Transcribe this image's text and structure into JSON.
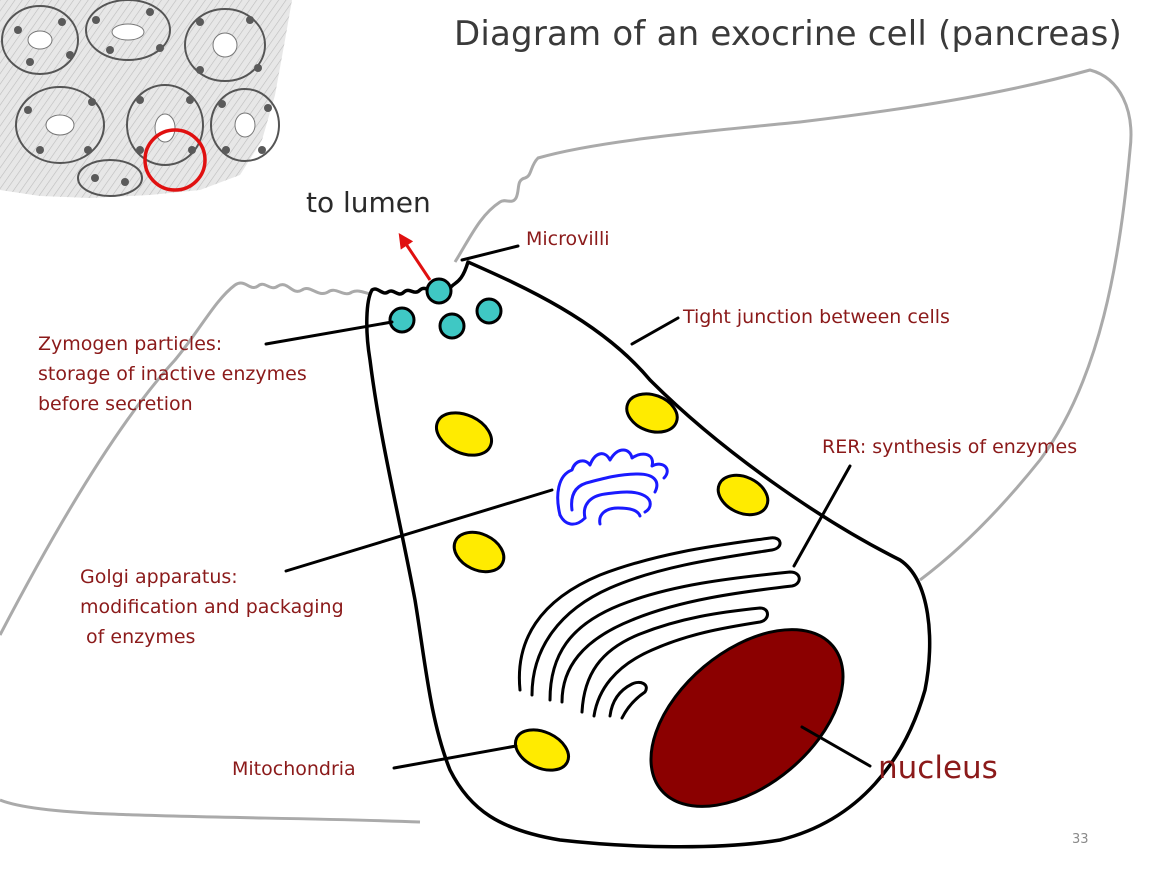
{
  "title": "Diagram of an exocrine cell (pancreas)",
  "direction_label": "to lumen",
  "labels": {
    "microvilli": "Microvilli",
    "tight_junction": "Tight junction between cells",
    "zymogen": [
      "Zymogen particles:",
      "storage of inactive enzymes",
      "before secretion"
    ],
    "rer": "RER: synthesis of enzymes",
    "golgi": [
      "Golgi apparatus:",
      "modification and packaging",
      " of enzymes"
    ],
    "mitochondria": "Mitochondria",
    "nucleus": "nucleus"
  },
  "page_number": "33",
  "colors": {
    "label_text": "#8b1a1a",
    "nucleus_fill": "#8b0000",
    "mitochondria_fill": "#ffeb00",
    "zymogen_fill": "#3fc8c4",
    "golgi_stroke": "#1a1aff",
    "lumen_arrow": "#e01010",
    "inset_marker": "#e01010",
    "neighbor_outline": "#aaaaaa"
  },
  "inset": {
    "description_icon": "acini-histology-image",
    "marker": "red-circle"
  }
}
